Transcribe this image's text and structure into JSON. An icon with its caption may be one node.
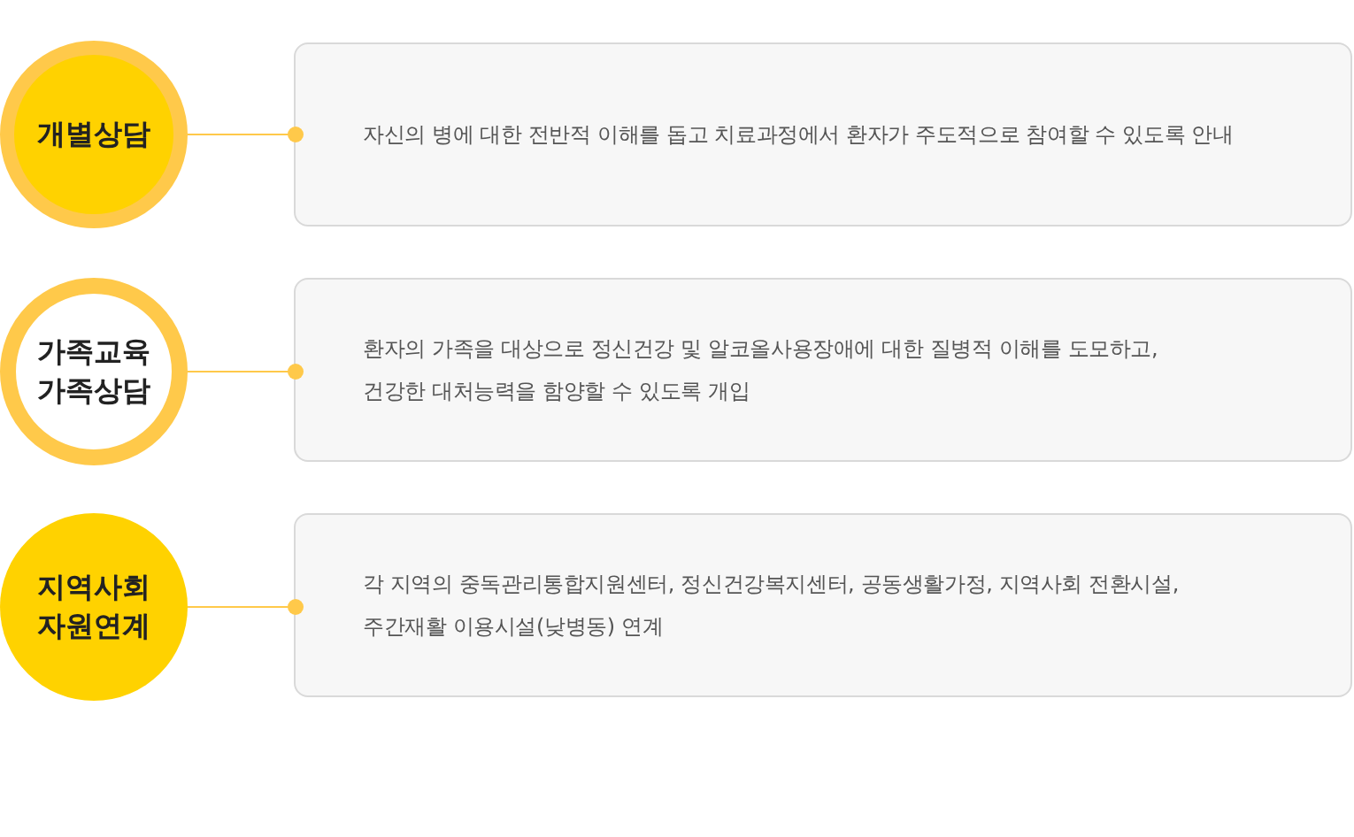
{
  "diagram": {
    "nodes": [
      {
        "text": [
          "개별상담"
        ]
      },
      {
        "text": [
          "자신의 병에 대한 전반적 이해를 돕고 치료과정에서 환자가 주도적으로 참여할 수 있도록 안내"
        ]
      },
      {
        "text": [
          "가족교육 가족상담"
        ]
      },
      {
        "text": [
          "환자의 가족을 대상으로 정신건강 및 알코올사용장애에 대한 질병적 이해를 도모하고, 건강한 대처능력을 함양할 수 있도록 개입"
        ]
      },
      {
        "text": [
          "지역사회 자원연계"
        ]
      },
      {
        "text": [
          "각 지역의 중독관리통합지원센터, 정신건강복지센터, 공동생활가정, 지역사회 전환시설, 주간재활 이용시설(낮병동) 연계"
        ]
      }
    ],
    "edges": [
      {
        "from": 0,
        "to": 1,
        "arrow": "other"
      },
      {
        "from": 2,
        "to": 3,
        "arrow": "other"
      },
      {
        "from": 4,
        "to": 5,
        "arrow": "other"
      }
    ]
  }
}
